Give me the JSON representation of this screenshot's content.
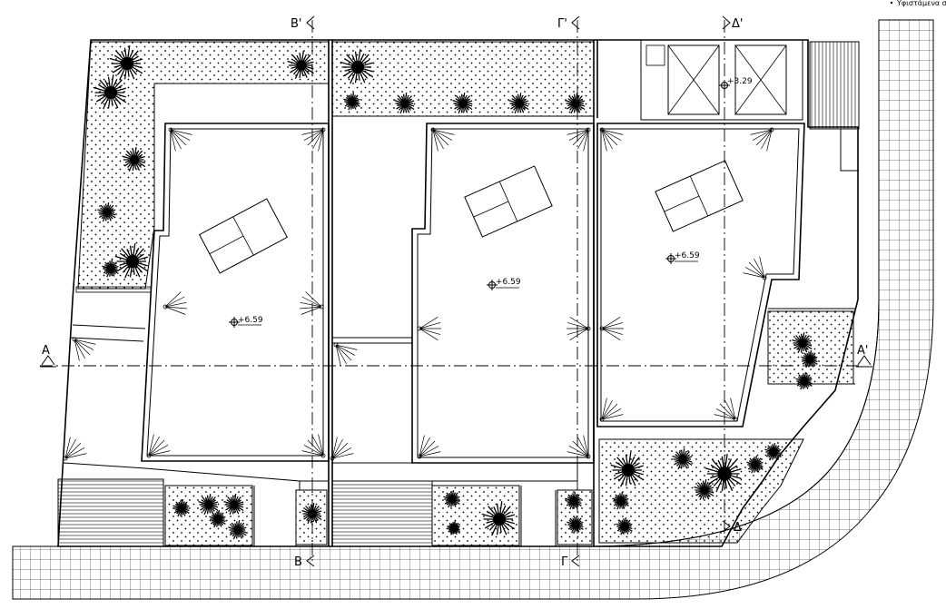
{
  "drawing": {
    "note_text": "Υφιστάμενα σύ",
    "sections": [
      {
        "id": "A",
        "label": "A"
      },
      {
        "id": "A-prime",
        "label": "A'"
      },
      {
        "id": "B",
        "label": "B"
      },
      {
        "id": "B-prime",
        "label": "B'"
      },
      {
        "id": "G",
        "label": "Γ"
      },
      {
        "id": "G-prime",
        "label": "Γ'"
      },
      {
        "id": "D",
        "label": "Δ"
      },
      {
        "id": "D-prime",
        "label": "Δ'"
      }
    ],
    "elevations": [
      {
        "id": "roof-left",
        "text": "+6.59"
      },
      {
        "id": "roof-middle",
        "text": "+6.59"
      },
      {
        "id": "roof-right",
        "text": "+6.59"
      },
      {
        "id": "stair-roof",
        "text": "+3.29"
      }
    ],
    "colors": {
      "line": "#000000",
      "background": "#ffffff"
    }
  }
}
